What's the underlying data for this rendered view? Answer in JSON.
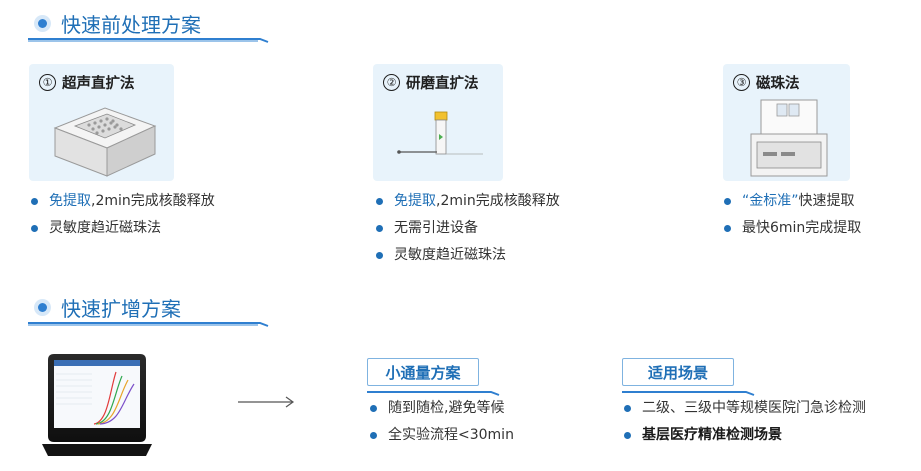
{
  "colors": {
    "accent": "#1f6fb6",
    "card_bg": "#e8f3fb",
    "dot_halo": "#d7e8f8"
  },
  "section1": {
    "title": "快速前处理方案"
  },
  "section2": {
    "title": "快速扩增方案"
  },
  "methods": [
    {
      "number": "①",
      "name": "超声直扩法",
      "bullets": [
        {
          "highlight": "免提取",
          "rest": ",2min完成核酸释放"
        },
        {
          "highlight": "",
          "rest": "灵敏度趋近磁珠法"
        }
      ]
    },
    {
      "number": "②",
      "name": "研磨直扩法",
      "bullets": [
        {
          "highlight": "免提取",
          "rest": ",2min完成核酸释放"
        },
        {
          "highlight": "",
          "rest": "无需引进设备"
        },
        {
          "highlight": "",
          "rest": "灵敏度趋近磁珠法"
        }
      ]
    },
    {
      "number": "③",
      "name": "磁珠法",
      "bullets": [
        {
          "highlight": "“金标准”",
          "rest": "快速提取"
        },
        {
          "highlight": "",
          "rest": "最快6min完成提取"
        }
      ]
    }
  ],
  "amplification": {
    "throughput_tag": "小通量方案",
    "throughput_bullets": [
      "随到随检,避免等候",
      "全实验流程<30min"
    ],
    "scenario_tag": "适用场景",
    "scenario_bullets": [
      "二级、三级中等规模医院门急诊检测",
      "基层医疗精准检测场景"
    ]
  }
}
